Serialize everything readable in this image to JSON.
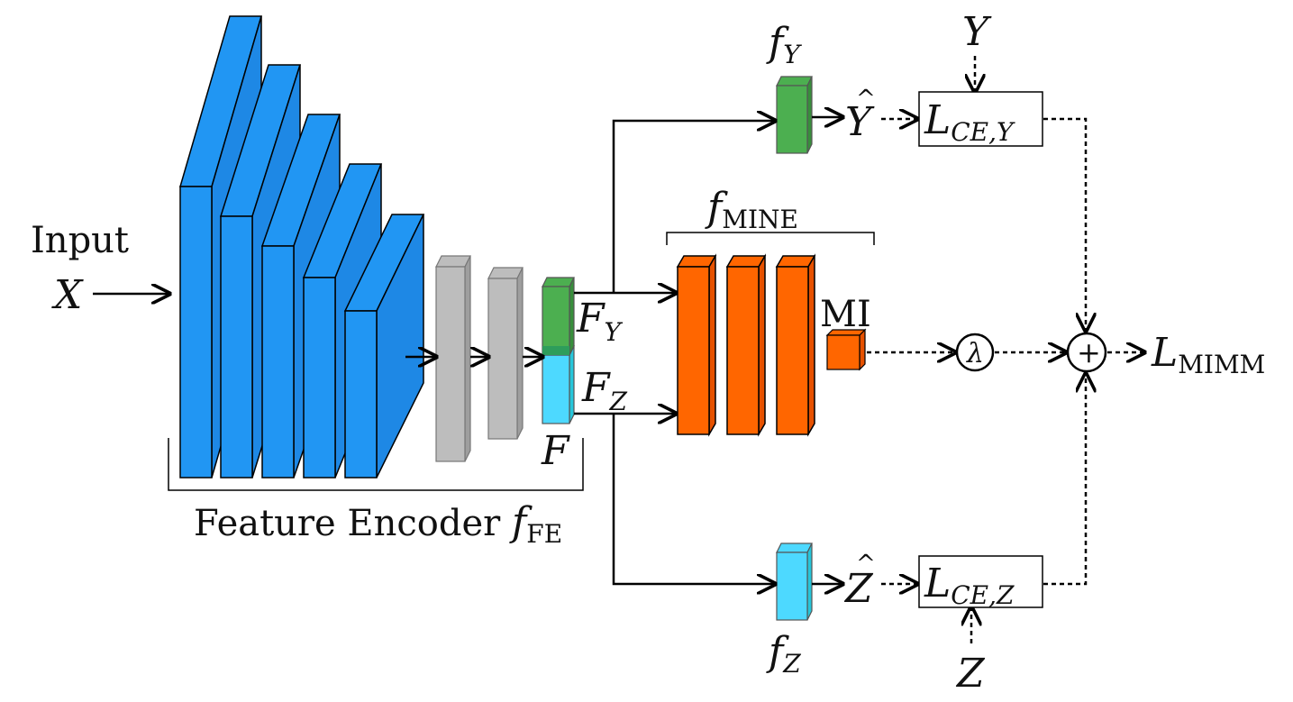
{
  "labels": {
    "input_word": "Input",
    "input_var": "X",
    "feature_var": "F",
    "feature_y_main": "F",
    "feature_y_sub": "Y",
    "feature_z_main": "F",
    "feature_z_sub": "Z",
    "encoder_text": "Feature Encoder ",
    "encoder_f": "f",
    "encoder_sub": "FE",
    "mine_f": "f",
    "mine_sub": "MINE",
    "mi": "MI",
    "fy_main": "f",
    "fy_sub": "Y",
    "fz_main": "f",
    "fz_sub": "Z",
    "yhat": "Y",
    "zhat": "Z",
    "hat": "^",
    "y_target": "Y",
    "z_target": "Z",
    "loss_script": "L",
    "loss_y_sub": "CE,Y",
    "loss_z_sub": "CE,Z",
    "lambda": "λ",
    "plus": "+",
    "loss_total_sub": "MIMM"
  },
  "colors": {
    "conv_blue": "#2196F3",
    "conv_blue_dark": "#1565C0",
    "conv_blue_side": "#1E88E5",
    "fc_gray": "#BDBDBD",
    "fc_gray_side": "#9E9E9E",
    "feature_green": "#4CAF50",
    "feature_green_side": "#388E3C",
    "feature_cyan": "#4DD9FF",
    "feature_cyan_side": "#26C6DA",
    "mine_orange": "#FF6600",
    "mine_orange_side": "#E65100",
    "line": "#000000"
  }
}
